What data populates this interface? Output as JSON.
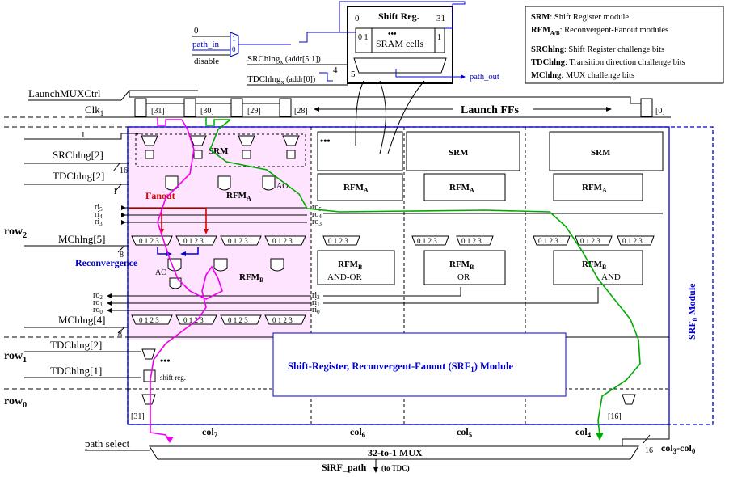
{
  "shift_reg": {
    "title": "Shift Reg.",
    "left_idx": "0",
    "right_idx": "31",
    "bits01": "0 1",
    "bit1": "1",
    "dots": "•••",
    "sram": "SRAM cells",
    "addr4": "4",
    "addr5": "5"
  },
  "inputs": {
    "zero": "0",
    "path_in": "path_in",
    "disable": "disable",
    "mux_1": "1",
    "mux_0": "0",
    "srchlng_x": "SRChlng",
    "srchlng_x_sub": "x",
    "srchlng_addr": " (addr[5:1])",
    "tdchlng_x": "TDChlng",
    "tdchlng_x_sub": "x",
    "tdchlng_addr": " (addr[0])",
    "path_out": "path_out"
  },
  "legend": {
    "srm_key": "SRM",
    "srm_text": ": Shift Register module",
    "rfm_key": "RFM",
    "rfm_sub": "A/B",
    "rfm_text": ": Reconvergent-Fanout modules",
    "srchlng_key": "SRChlng",
    "srchlng_text": ": Shift Register challenge bits",
    "tdchlng_key": "TDChlng",
    "tdchlng_text": ": Transition direction challenge bits",
    "mchlng_key": "MChlng",
    "mchlng_text": ": MUX challenge bits"
  },
  "left_labels": {
    "launch_mux": "LaunchMUXCtrl",
    "clk": "Clk",
    "clk_sub": "1",
    "one": "1",
    "srchlng2": "SRChlng[2]",
    "tdchlng2": "TDChlng[2]",
    "bus16": "16",
    "bus1": "1",
    "row2": "row",
    "row2_sub": "2",
    "mchlng5": "MChlng[5]",
    "mchlng4": "MChlng[4]",
    "bus8a": "8",
    "bus8b": "8",
    "row1": "row",
    "row1_sub": "1",
    "tdchlng2b": "TDChlng[2]",
    "tdchlng1": "TDChlng[1]",
    "row0": "row",
    "row0_sub": "0",
    "path_select": "path select"
  },
  "ff_indices": [
    "[31]",
    "[30]",
    "[29]",
    "[28]",
    "[0]"
  ],
  "launch_ffs": "Launch FFs",
  "annotations": {
    "fanout": "Fanout",
    "reconvergence": "Reconvergence",
    "ao1": "AO",
    "ao2": "AO",
    "shift_reg_small": "shift reg.",
    "dots3": "•••"
  },
  "srm_label": "SRM",
  "rfm_a": "RFM",
  "rfm_a_sub": "A",
  "rfm_b": "RFM",
  "rfm_b_sub": "B",
  "rfm_b_types": [
    "AND-OR",
    "OR",
    "AND"
  ],
  "mux_digits": "0 1 2 3",
  "ri_labels": [
    {
      "t": "ri",
      "s": "5"
    },
    {
      "t": "ri",
      "s": "4"
    },
    {
      "t": "ri",
      "s": "3"
    }
  ],
  "ro_labels": [
    {
      "t": "ro",
      "s": "5"
    },
    {
      "t": "ro",
      "s": "4"
    },
    {
      "t": "ro",
      "s": "3"
    }
  ],
  "ro_left": [
    {
      "t": "ro",
      "s": "2"
    },
    {
      "t": "ro",
      "s": "1"
    },
    {
      "t": "ro",
      "s": "0"
    }
  ],
  "ri_right": [
    {
      "t": "ri",
      "s": "2"
    },
    {
      "t": "ri",
      "s": "1"
    },
    {
      "t": "ri",
      "s": "0"
    }
  ],
  "srf1": {
    "text": "Shift-Register, Reconvergent-Fanout (SRF",
    "sub": "1",
    "end": ") Module"
  },
  "srf0": {
    "text": "SRF",
    "sub": "0",
    "end": " Module"
  },
  "bottom_idx": {
    "left": "[31]",
    "right": "[16]"
  },
  "columns": [
    {
      "t": "col",
      "s": "7"
    },
    {
      "t": "col",
      "s": "6"
    },
    {
      "t": "col",
      "s": "5"
    },
    {
      "t": "col",
      "s": "4"
    },
    {
      "t": "col",
      "s": "3",
      "t2": "-col",
      "s2": "0"
    }
  ],
  "mux32": {
    "title": "32-to-1 MUX",
    "bus16": "16",
    "out": "SiRF_path",
    "out_note": " (to TDC)"
  }
}
